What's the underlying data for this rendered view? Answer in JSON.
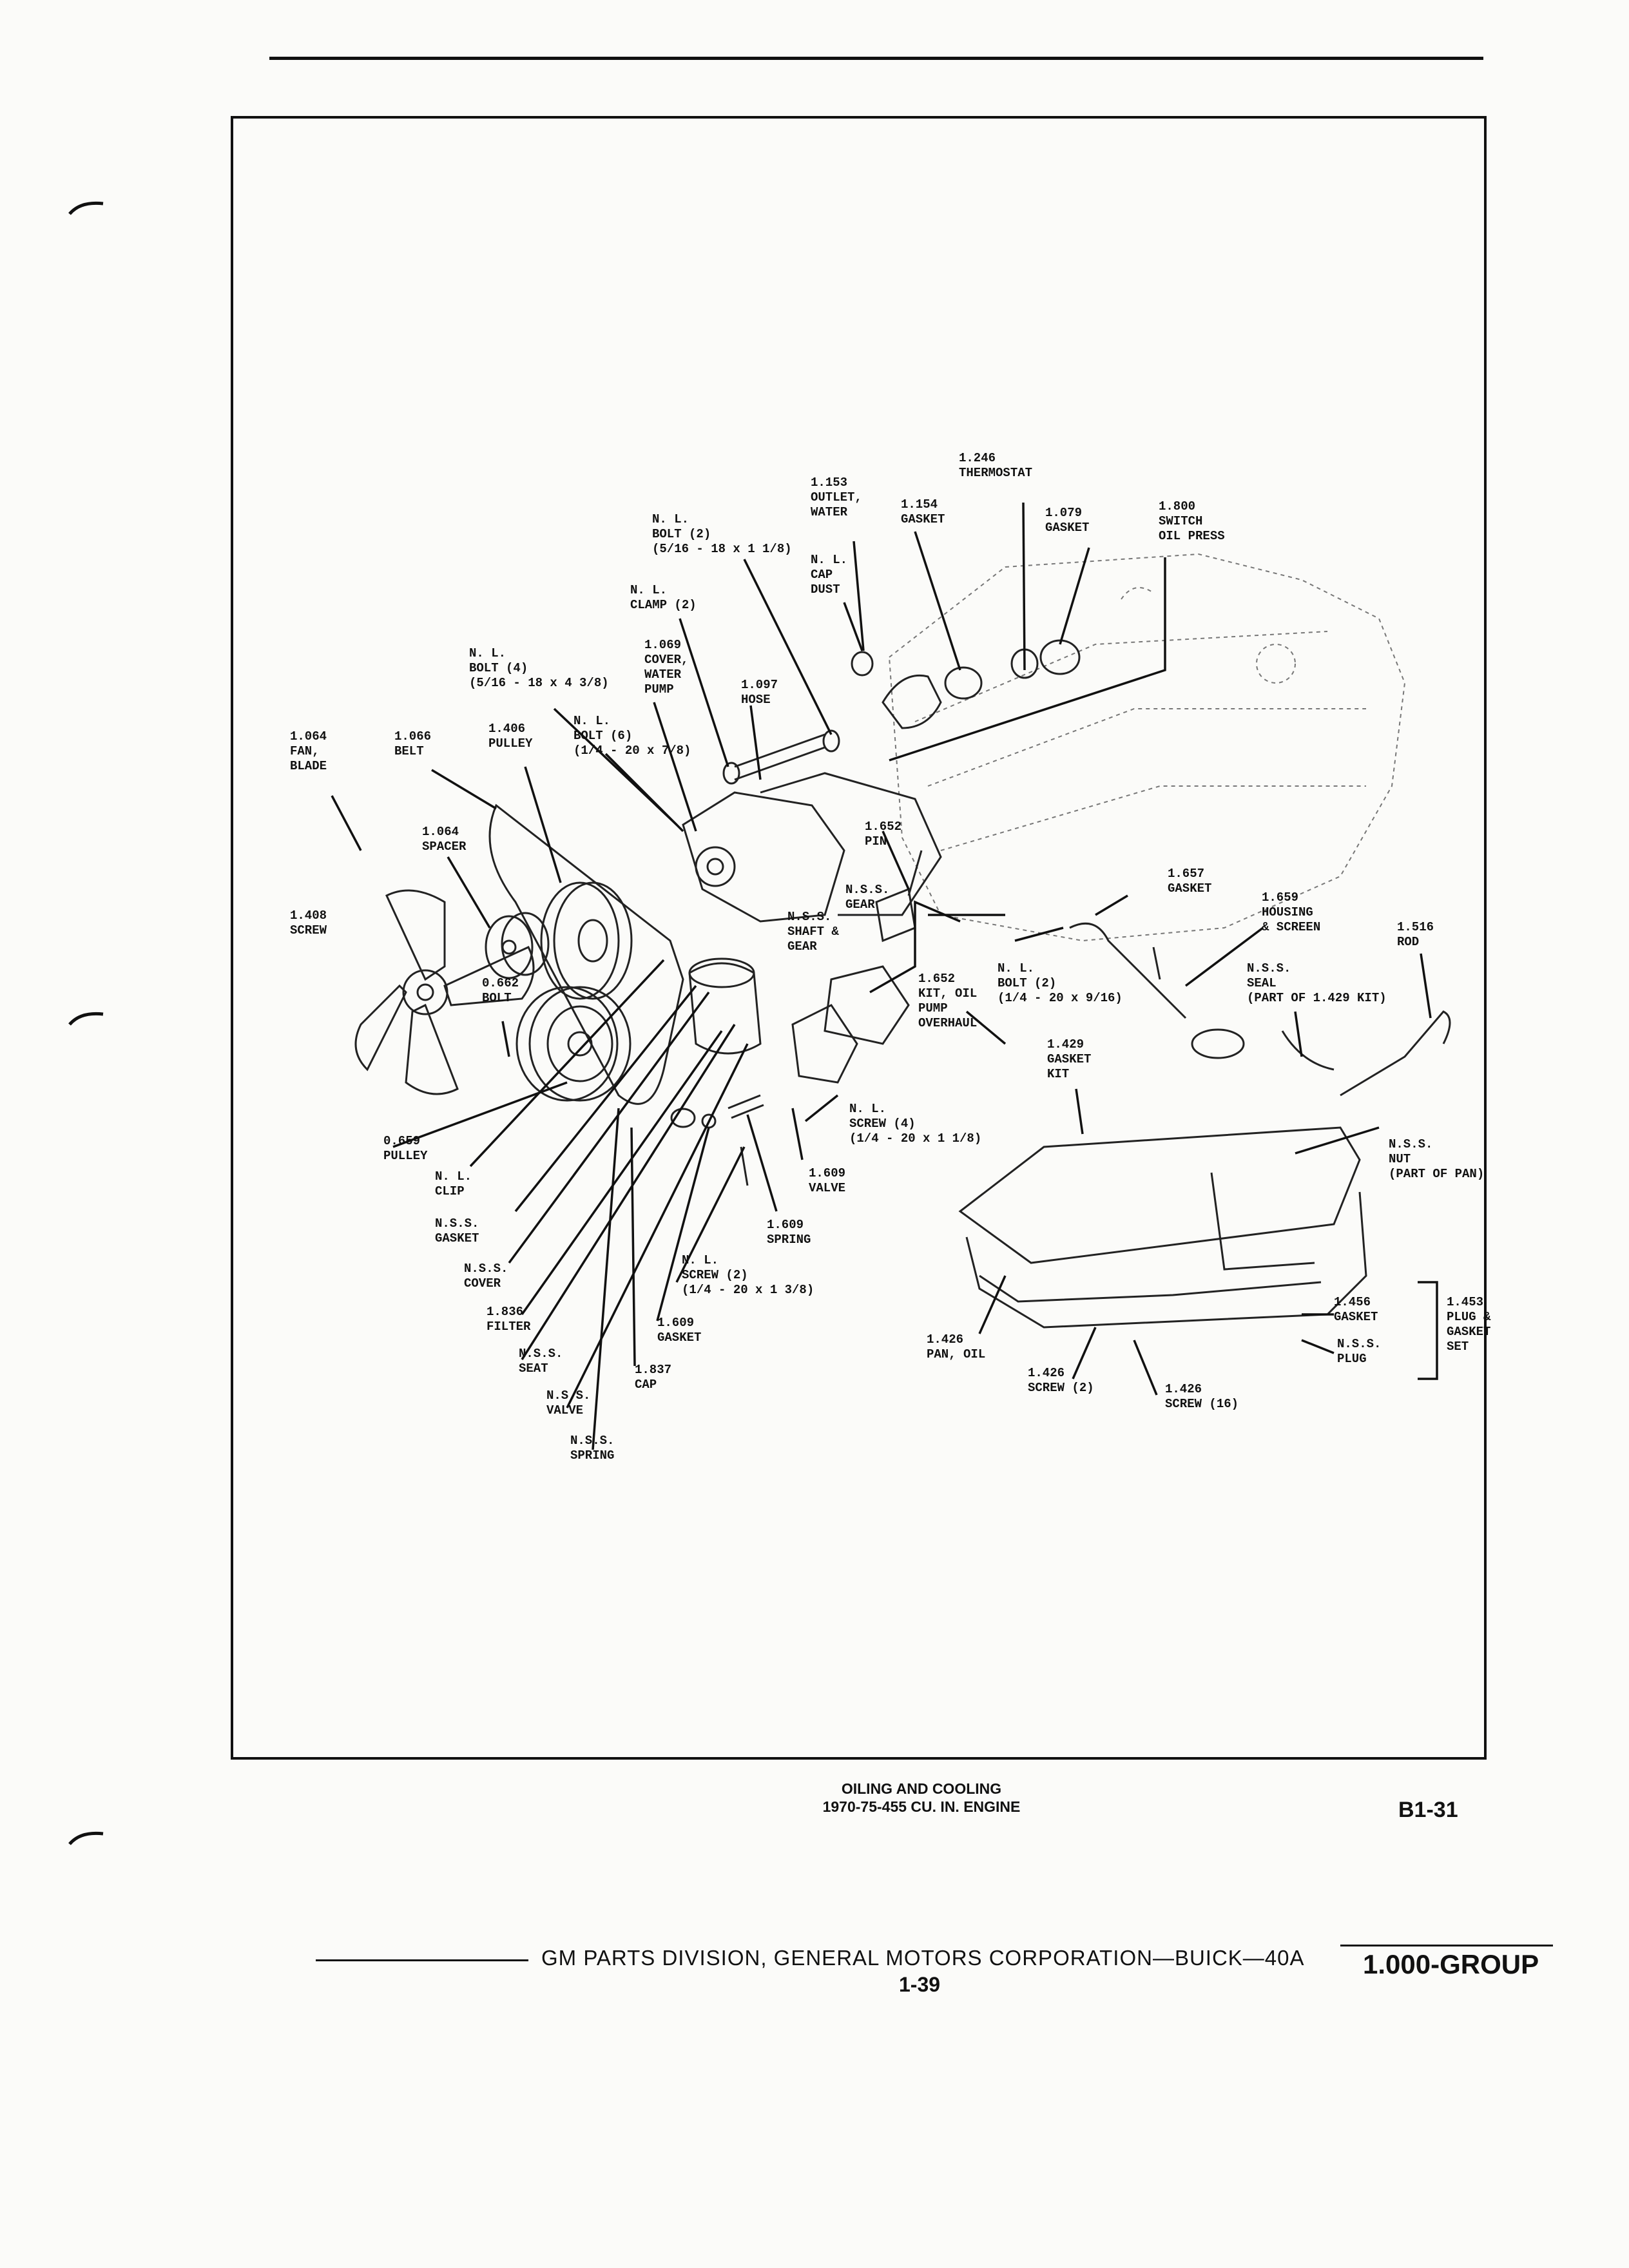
{
  "labels": {
    "thermostat": [
      "1.246",
      "THERMOSTAT"
    ],
    "outlet_water": [
      "1.153",
      "OUTLET,",
      "WATER"
    ],
    "gasket_1154": [
      "1.154",
      "GASKET"
    ],
    "gasket_1079": [
      "1.079",
      "GASKET"
    ],
    "switch_oil_press": [
      "1.800",
      "SWITCH",
      "OIL PRESS"
    ],
    "bolt_2_water": [
      "N. L.",
      "BOLT (2)",
      "(5/16 - 18 x 1 1/8)"
    ],
    "cap_dust": [
      "N. L.",
      "CAP",
      "DUST"
    ],
    "clamp": [
      "N. L.",
      "CLAMP (2)"
    ],
    "bolt_4": [
      "N. L.",
      "BOLT (4)",
      "(5/16 - 18 x 4 3/8)"
    ],
    "cover_water_pump": [
      "1.069",
      "COVER,",
      "WATER",
      "PUMP"
    ],
    "hose": [
      "1.097",
      "HOSE"
    ],
    "fan_blade": [
      "1.064",
      "FAN,",
      "BLADE"
    ],
    "belt": [
      "1.066",
      "BELT"
    ],
    "pulley_1406": [
      "1.406",
      "PULLEY"
    ],
    "bolt_6": [
      "N. L.",
      "BOLT (6)",
      "(1/4 - 20 x 7/8)"
    ],
    "spacer": [
      "1.064",
      "SPACER"
    ],
    "pin": [
      "1.652",
      "PIN"
    ],
    "gasket_1657": [
      "1.657",
      "GASKET"
    ],
    "housing_screen": [
      "1.659",
      "HOUSING",
      "& SCREEN"
    ],
    "rod": [
      "1.516",
      "ROD"
    ],
    "screw_1408": [
      "1.408",
      "SCREW"
    ],
    "nss_gear": [
      "N.S.S.",
      "GEAR"
    ],
    "nss_shaft_gear": [
      "N.S.S.",
      "SHAFT &",
      "GEAR"
    ],
    "bolt_0662": [
      "0.662",
      "BOLT"
    ],
    "kit_oil_pump": [
      "1.652",
      "KIT, OIL",
      "PUMP",
      "OVERHAUL"
    ],
    "bolt_2_pickup": [
      "N. L.",
      "BOLT (2)",
      "(1/4 - 20 x 9/16)"
    ],
    "seal": [
      "N.S.S.",
      "SEAL",
      "(PART OF 1.429 KIT)"
    ],
    "gasket_kit": [
      "1.429",
      "GASKET",
      "KIT"
    ],
    "screw_4": [
      "N. L.",
      "SCREW (4)",
      "(1/4 - 20 x 1 1/8)"
    ],
    "pulley_0659": [
      "0.659",
      "PULLEY"
    ],
    "clip": [
      "N. L.",
      "CLIP"
    ],
    "valve_1609": [
      "1.609",
      "VALVE"
    ],
    "nut": [
      "N.S.S.",
      "NUT",
      "(PART OF PAN)"
    ],
    "gasket_nss": [
      "N.S.S.",
      "GASKET"
    ],
    "spring_1609": [
      "1.609",
      "SPRING"
    ],
    "cover_nss": [
      "N.S.S.",
      "COVER"
    ],
    "screw_2_pump": [
      "N. L.",
      "SCREW (2)",
      "(1/4 - 20 x 1 3/8)"
    ],
    "filter": [
      "1.836",
      "FILTER"
    ],
    "gasket_1609": [
      "1.609",
      "GASKET"
    ],
    "gasket_1456": [
      "1.456",
      "GASKET"
    ],
    "plug_gasket_set": [
      "1.453",
      "PLUG &",
      "GASKET",
      "SET"
    ],
    "plug_nss": [
      "N.S.S.",
      "PLUG"
    ],
    "pan_oil": [
      "1.426",
      "PAN, OIL"
    ],
    "seat": [
      "N.S.S.",
      "SEAT"
    ],
    "cap_1837": [
      "1.837",
      "CAP"
    ],
    "screw_2_pan": [
      "1.426",
      "SCREW (2)"
    ],
    "screw_16": [
      "1.426",
      "SCREW (16)"
    ],
    "valve_nss": [
      "N.S.S.",
      "VALVE"
    ],
    "spring_nss": [
      "N.S.S.",
      "SPRING"
    ]
  },
  "caption": {
    "line1": "OILING AND COOLING",
    "line2": "1970-75-455 CU. IN. ENGINE"
  },
  "figure_code": "B1-31",
  "footer": {
    "publisher": "GM PARTS DIVISION, GENERAL MOTORS CORPORATION—BUICK—40A",
    "page": "1-39",
    "group": "1.000-GROUP"
  }
}
